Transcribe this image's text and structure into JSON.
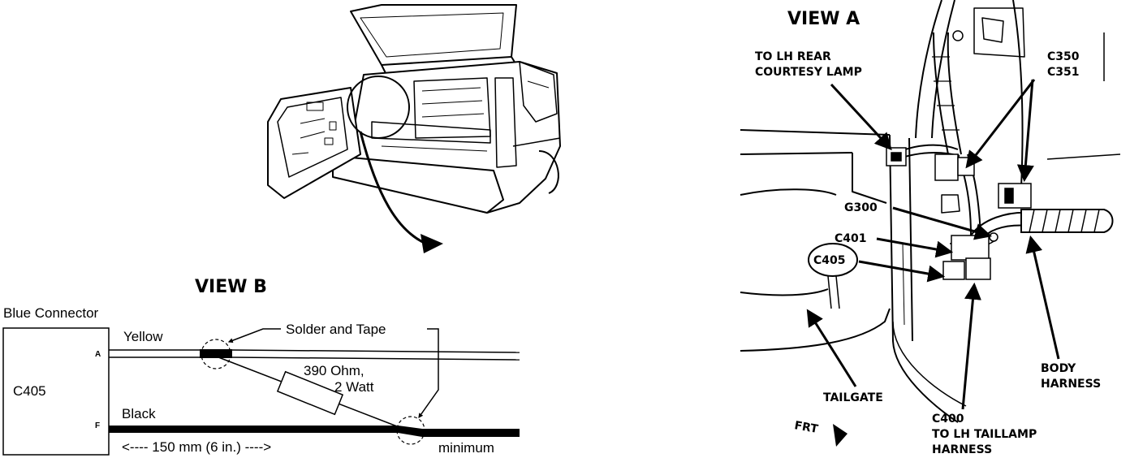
{
  "view_b": {
    "title": "VIEW B",
    "blue_connector": "Blue Connector",
    "connector_id": "C405",
    "pin_a": "A",
    "pin_f": "F",
    "wire_yellow": "Yellow",
    "wire_black": "Black",
    "solder_tape": "Solder and Tape",
    "resistor_line1": "390 Ohm,",
    "resistor_line2": "2 Watt",
    "length": "<---- 150 mm (6 in.) ---->",
    "minimum": "minimum"
  },
  "view_a": {
    "title": "VIEW A",
    "courtesy_line1": "TO LH REAR",
    "courtesy_line2": "COURTESY LAMP",
    "c350": "C350",
    "c351": "C351",
    "g300": "G300",
    "c401": "C401",
    "c405": "C405",
    "tailgate": "TAILGATE",
    "frt": "FRT",
    "c400_line1": "C400",
    "c400_line2": "TO LH TAILLAMP",
    "c400_line3": "HARNESS",
    "body_line1": "BODY",
    "body_line2": "HARNESS"
  }
}
